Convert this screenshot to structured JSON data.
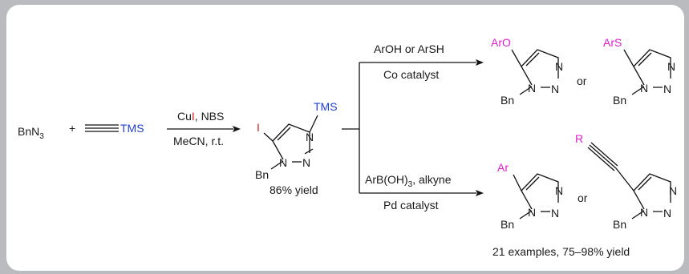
{
  "reagents": {
    "azide": "BnN",
    "azide_sub": "3",
    "plus": "+",
    "alkyne_tms": "TMS"
  },
  "step1": {
    "reagent_prefix": "Cu",
    "reagent_i": "I",
    "reagent_suffix": ", NBS",
    "conditions": "MeCN, r.t.",
    "yield": "86% yield"
  },
  "intermediate": {
    "i_label": "I",
    "tms_label": "TMS",
    "bn_label": "Bn",
    "n_label": "N"
  },
  "branch_top": {
    "reagents": "ArOH or ArSH",
    "catalyst": "Co catalyst",
    "product1_sub": "ArO",
    "product2_sub": "ArS",
    "or": "or"
  },
  "branch_bottom": {
    "reagents_prefix": "ArB(OH)",
    "reagents_sub": "3",
    "reagents_suffix": ", alkyne",
    "catalyst": "Pd catalyst",
    "product1_sub": "Ar",
    "product2_sub": "R",
    "or": "or",
    "summary": "21 examples, 75–98% yield"
  },
  "colors": {
    "tms": "#1f3fd6",
    "iodine": "#d42020",
    "substituent": "#e01fd0"
  }
}
